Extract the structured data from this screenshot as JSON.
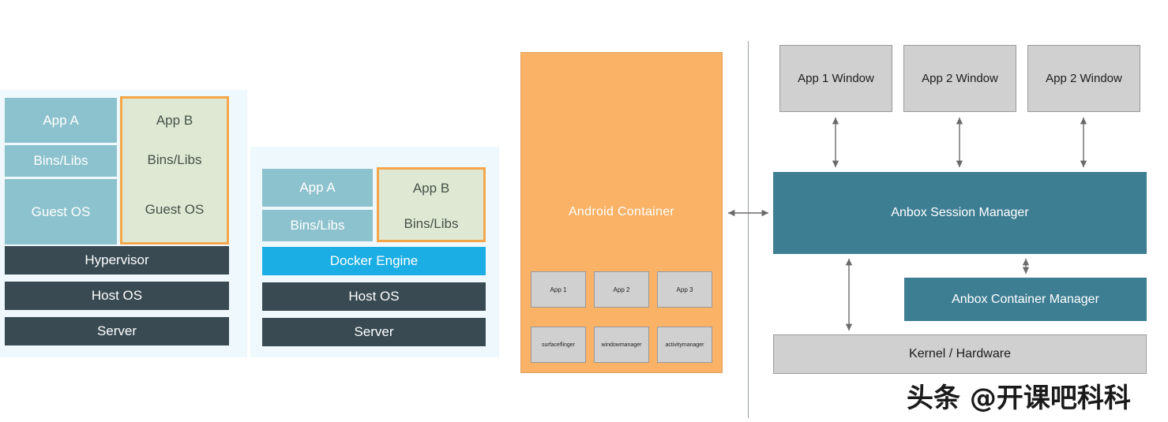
{
  "diagram": {
    "title_hidden": "Virtualization vs Container vs Anbox architecture",
    "vm_stack": {
      "left_column": [
        {
          "label": "App A"
        },
        {
          "label": "Bins/Libs"
        },
        {
          "label": "Guest OS"
        }
      ],
      "right_column": [
        {
          "label": "App B"
        },
        {
          "label": "Bins/Libs"
        },
        {
          "label": "Guest OS"
        }
      ],
      "base_layers": [
        {
          "label": "Hypervisor"
        },
        {
          "label": "Host OS"
        },
        {
          "label": "Server"
        }
      ]
    },
    "container_stack": {
      "left_column": [
        {
          "label": "App A"
        },
        {
          "label": "Bins/Libs"
        }
      ],
      "right_column": [
        {
          "label": "App B"
        },
        {
          "label": "Bins/Libs"
        }
      ],
      "base_layers": [
        {
          "label": "Docker Engine"
        },
        {
          "label": "Host OS"
        },
        {
          "label": "Server"
        }
      ]
    },
    "android_container": {
      "label": "Android Container",
      "apps": [
        {
          "label": "App 1"
        },
        {
          "label": "App 2"
        },
        {
          "label": "App 3"
        }
      ],
      "services": [
        {
          "label": "surfaceflinger"
        },
        {
          "label": "windowmanager"
        },
        {
          "label": "activitymanager"
        }
      ]
    },
    "host_side": {
      "windows": [
        {
          "label": "App 1 Window"
        },
        {
          "label": "App 2 Window"
        },
        {
          "label": "App 2 Window"
        }
      ],
      "session_manager": {
        "label": "Anbox Session Manager"
      },
      "container_manager": {
        "label": "Anbox Container Manager"
      },
      "kernel": {
        "label": "Kernel / Hardware"
      }
    }
  },
  "watermark": {
    "text": "头条 @开课吧科科"
  },
  "colors": {
    "teal": "#8cc2cd",
    "green": "#dfe8d2",
    "orange_border": "#f5a64a",
    "slate": "#394a52",
    "docker_blue": "#1aaee4",
    "android_orange": "#f9b266",
    "anbox_teal": "#3e7e93",
    "grey_box": "#d0d0d0",
    "panel_bg": "#eff8fc"
  }
}
